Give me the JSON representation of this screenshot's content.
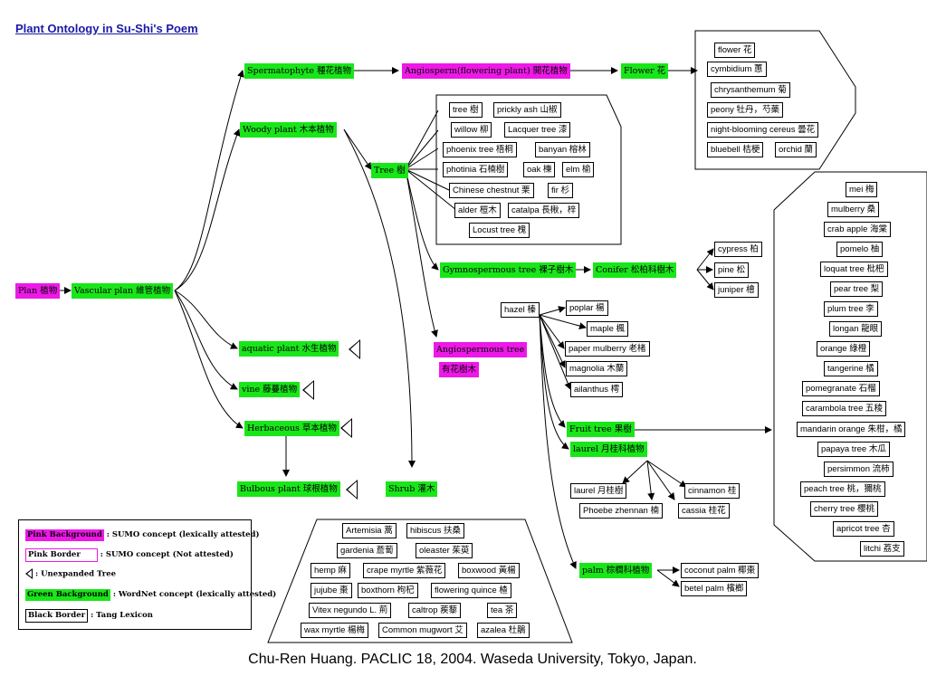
{
  "title": "Plant Ontology in Su-Shi's Poem",
  "caption": "Chu-Ren Huang. PACLIC 18, 2004. Waseda University, Tokyo, Japan.",
  "nodes": {
    "plant": "Plan 植物",
    "vascular": "Vascular plan 維管植物",
    "spermatophyte": "Spermatophyte 種花植物",
    "angiosperm": "Angiosperm(flowering plant) 開花植物",
    "flower": "Flower 花",
    "woody": "Woody plant 木本植物",
    "tree": "Tree 樹",
    "gymnospermous": "Gymnospermous tree 裸子樹木",
    "conifer": "Conifer 松柏科樹木",
    "angiospermous_1": "Angiospermous tree",
    "angiospermous_2": "有花樹木",
    "hazel": "hazel 榛",
    "fruit_tree": "Fruit tree 果樹",
    "laurel_family": "laurel 月桂科植物",
    "palm": "palm 棕櫚科植物",
    "aquatic": "aquatic plant 水生植物",
    "vine": "vine 藤蔓植物",
    "herbaceous": "Herbaceous 草本植物",
    "bulbous": "Bulbous plant 球根植物",
    "shrub": "Shrub 灌木"
  },
  "flower_list": [
    "flower 花",
    "cymbidium 蕙",
    "chrysanthemum 菊",
    "peony 牡丹，芍藥",
    "night-blooming cereus 曇花",
    "bluebell 桔梗",
    "orchid 蘭"
  ],
  "tree_list": [
    "tree 樹",
    "prickly ash 山椒",
    "willow 柳",
    "Lacquer tree 漆",
    "phoenix tree 梧桐",
    "banyan 榕林",
    "photinia 石楠樹",
    "oak 櫟",
    "elm 榆",
    "Chinese chestnut 栗",
    "fir 杉",
    "alder 榿木",
    "catalpa 長楸，梓",
    "Locust tree 槐"
  ],
  "conifer_list": [
    "cypress 柏",
    "pine 松",
    "juniper 檜"
  ],
  "angio_list": [
    "poplar 楊",
    "maple 楓",
    "paper mulberry 老楮",
    "magnolia 木蘭",
    "ailanthus 樗"
  ],
  "laurel_list": [
    "laurel 月桂樹",
    "Phoebe zhennan 楠",
    "cinnamon 桂",
    "cassia 桂花"
  ],
  "palm_list": [
    "coconut palm 椰棗",
    "betel palm 檳榔"
  ],
  "fruit_list": [
    "mei 梅",
    "mulberry 桑",
    "crab apple 海棠",
    "pomelo 柚",
    "loquat tree 枇杷",
    "pear tree 梨",
    "plum tree 李",
    "longan 龍眼",
    "orange 綠橙",
    "tangerine 橘",
    "pomegranate 石榴",
    "carambola tree 五稜",
    "mandarin orange 朱柑，橘",
    "papaya tree 木瓜",
    "persimmon 流柿",
    "peach tree 桃，獮桃",
    "cherry tree 櫻桃",
    "apricot tree 杏",
    "litchi 荔支"
  ],
  "shrub_list": [
    "Artemisia 蒿",
    "hibiscus 扶桑",
    "gardenia 薝蔔",
    "oleaster 茱萸",
    "hemp 麻",
    "crape myrtle 紫薇花",
    "boxwood 黃楊",
    "jujube 棗",
    "boxthorn 枸杞",
    "flowering quince 楂",
    "Vitex negundo L. 荊",
    "caltrop 蒺藜",
    "tea 茶",
    "wax myrtle 楊梅",
    "Common mugwort 艾",
    "azalea 杜鵑"
  ],
  "legend": {
    "pink_bg": "Pink Background",
    "pink_bg_desc": ": SUMO concept (lexically attested)",
    "pink_border": "Pink Border",
    "pink_border_desc": ": SUMO concept (Not attested)",
    "unexpanded": ": Unexpanded Tree",
    "green_bg": "Green Background",
    "green_bg_desc": ": WordNet concept (lexically attested)",
    "black_border": "Black Border",
    "black_border_desc": ": Tang Lexicon"
  },
  "colors": {
    "sumo": "#ee18e8",
    "wordnet": "#19e619",
    "title": "#1a1aa6"
  }
}
